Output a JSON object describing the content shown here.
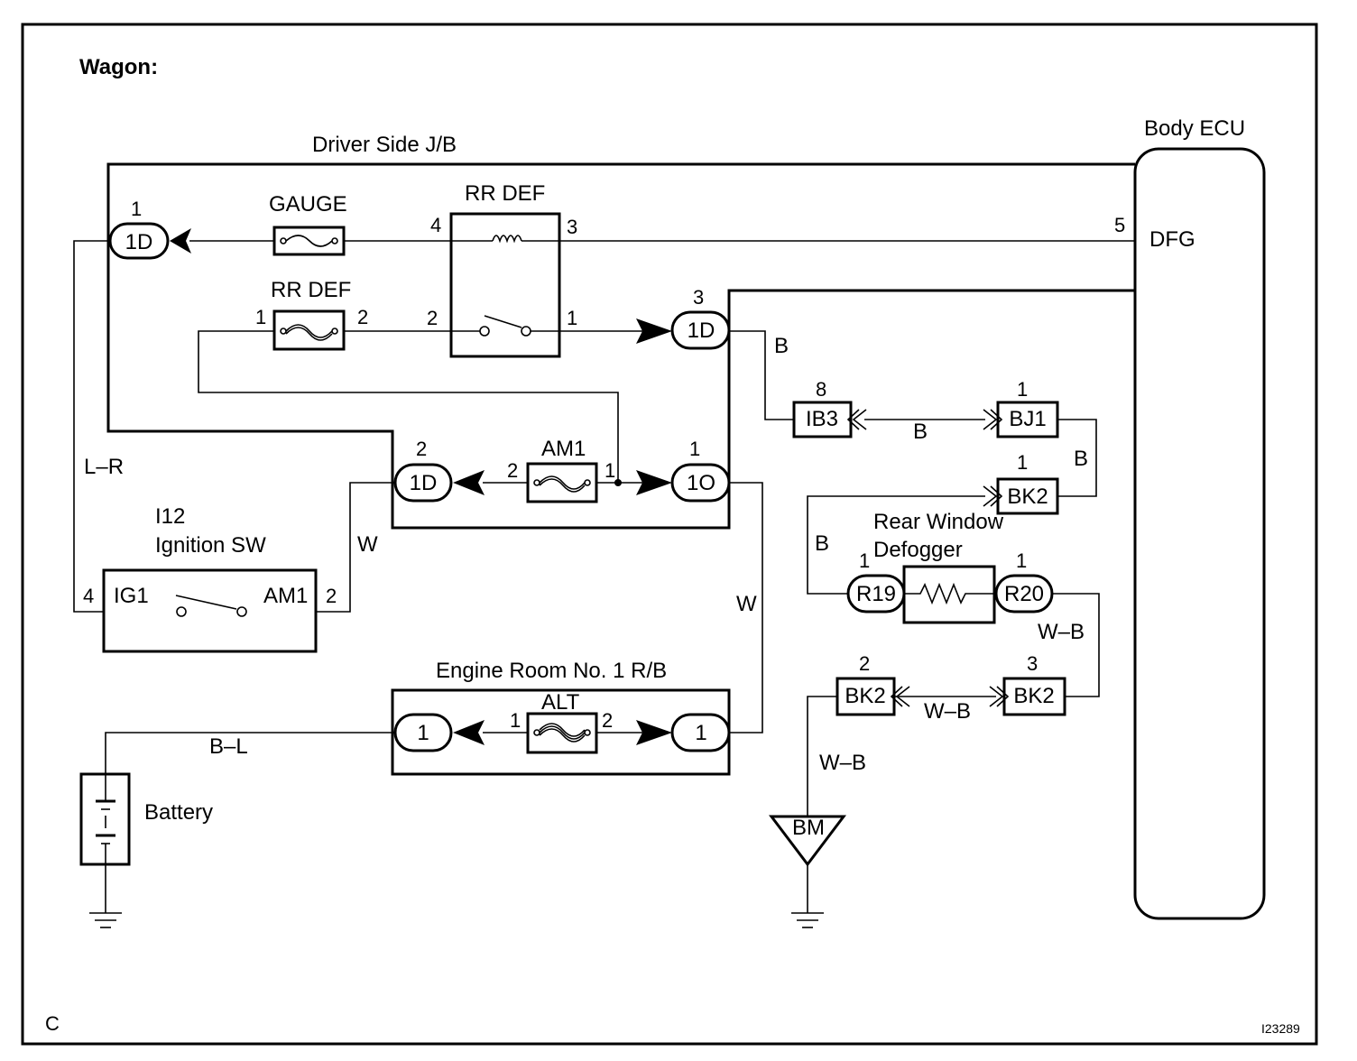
{
  "section_label": "Wagon:",
  "corner_letter": "C",
  "figure_id": "I23289",
  "driver_jb": {
    "label": "Driver Side J/B"
  },
  "body_ecu": {
    "label": "Body ECU",
    "terminal_pin": "5",
    "terminal_name": "DFG"
  },
  "connectors": {
    "c1d_top": {
      "name": "1D",
      "pin": "1"
    },
    "c1d_mid": {
      "name": "1D",
      "pin": "3"
    },
    "c1d_low": {
      "name": "1D",
      "pin": "2"
    },
    "c1o": {
      "name": "1O",
      "pin": "1"
    },
    "er_left": {
      "name": "1"
    },
    "er_right": {
      "name": "1"
    },
    "ib3": {
      "name": "IB3",
      "pin": "8"
    },
    "bj1": {
      "name": "BJ1",
      "pin": "1"
    },
    "bk2_top": {
      "name": "BK2",
      "pin": "1"
    },
    "r19": {
      "name": "R19",
      "pin": "1"
    },
    "r20": {
      "name": "R20",
      "pin": "1"
    },
    "bk2_left": {
      "name": "BK2",
      "pin": "2"
    },
    "bk2_right": {
      "name": "BK2",
      "pin": "3"
    },
    "bm": {
      "name": "BM"
    }
  },
  "fuses": {
    "gauge": {
      "label": "GAUGE"
    },
    "rr_def": {
      "label": "RR DEF",
      "pin_a": "1",
      "pin_b": "2"
    },
    "am1": {
      "label": "AM1",
      "pin_a": "2",
      "pin_b": "1"
    },
    "alt": {
      "label": "ALT",
      "pin_a": "1",
      "pin_b": "2"
    }
  },
  "relay": {
    "label": "RR DEF",
    "pins": [
      "4",
      "3",
      "2",
      "1"
    ]
  },
  "ignition": {
    "id": "I12",
    "label": "Ignition SW",
    "left_terminal": "IG1",
    "right_terminal": "AM1",
    "left_pin": "4",
    "right_pin": "2"
  },
  "engine_room": {
    "label": "Engine Room No. 1 R/B"
  },
  "defogger": {
    "line1": "Rear Window",
    "line2": "Defogger"
  },
  "battery": {
    "label": "Battery"
  },
  "wire_colors": {
    "lr": "L–R",
    "w1": "W",
    "w2": "W",
    "bl": "B–L",
    "b1": "B",
    "b2": "B",
    "b3": "B",
    "b4": "B",
    "wb1": "W–B",
    "wb2": "W–B",
    "wb3": "W–B"
  }
}
